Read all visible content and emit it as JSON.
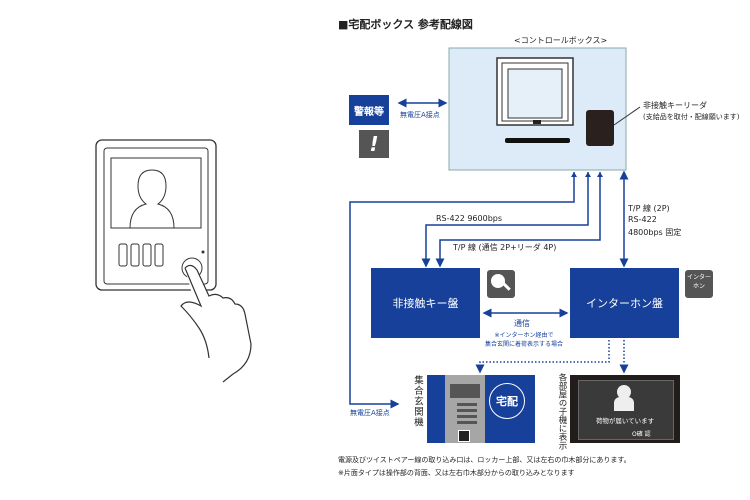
{
  "title": "■宅配ボックス 参考配線図",
  "control_box": {
    "label": "<コントロールボックス>"
  },
  "reader": {
    "label": "非接触キーリーダ",
    "note": "(支給品を取付・配線願います)"
  },
  "alarm": {
    "label": "警報等",
    "connection": "無電圧A接点"
  },
  "lines": {
    "rs422": "RS-422  9600bps",
    "tp_reader": "T/P 線 (通信 2P+リーダ 4P)",
    "tp_2p": "T/P 線 (2P)",
    "rs422_b": "RS-422",
    "bps_fixed": "4800bps 固定"
  },
  "key_panel": {
    "label": "非接触キー盤"
  },
  "intercom_panel": {
    "label": "インターホン盤",
    "icon_text": "インター ホン"
  },
  "comm": {
    "label": "通信",
    "note1": "※インターホン経由で",
    "note2": "集合玄関に着荷表示する場合"
  },
  "entrance": {
    "label": "集合玄関機",
    "bubble": "宅配",
    "connection": "無電圧A接点"
  },
  "room": {
    "label": "各部屋の子機に表示",
    "message": "荷物が届いています",
    "sub": "O確 認"
  },
  "footer": {
    "line1": "電源及びツイストペアー線の取り込み口は、ロッカー上部、又は左右の巾木部分にあります。",
    "line2": "※片面タイプは操作部の背面、又は左右巾木部分からの取り込みとなります"
  },
  "colors": {
    "blue": "#17409a",
    "box": "#dcebf7",
    "gray": "#555555"
  }
}
